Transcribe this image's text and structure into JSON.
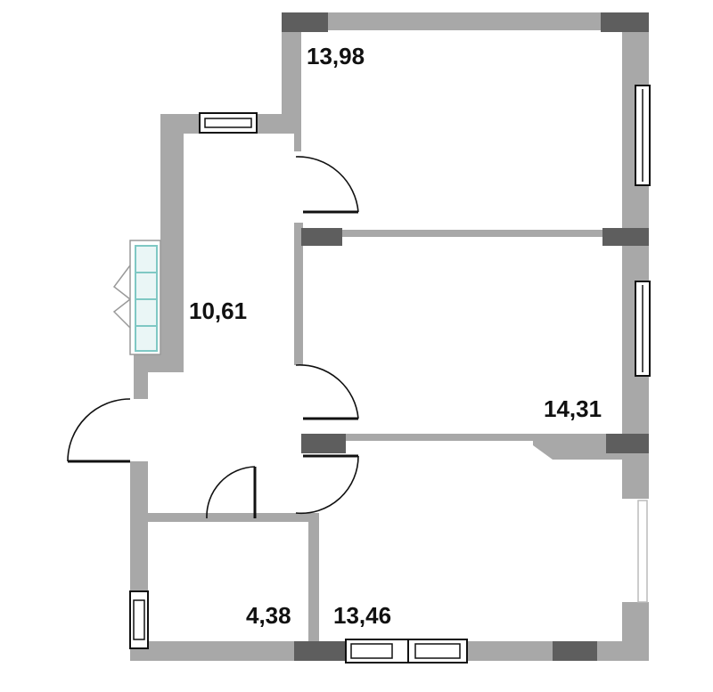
{
  "rooms": [
    {
      "id": "bedroom-top",
      "area": "13,98"
    },
    {
      "id": "hallway",
      "area": "10,61"
    },
    {
      "id": "bedroom-middle",
      "area": "14,31"
    },
    {
      "id": "bathroom",
      "area": "4,38"
    },
    {
      "id": "room-bottom",
      "area": "13,46"
    }
  ],
  "colors": {
    "wall": "#a8a8a8",
    "wall_dark": "#5e5e5e",
    "wardrobe": "#7fc8c4",
    "line": "#111111",
    "background": "#ffffff"
  },
  "icons": [
    "door-swing-icon",
    "window-icon",
    "wardrobe-icon"
  ]
}
